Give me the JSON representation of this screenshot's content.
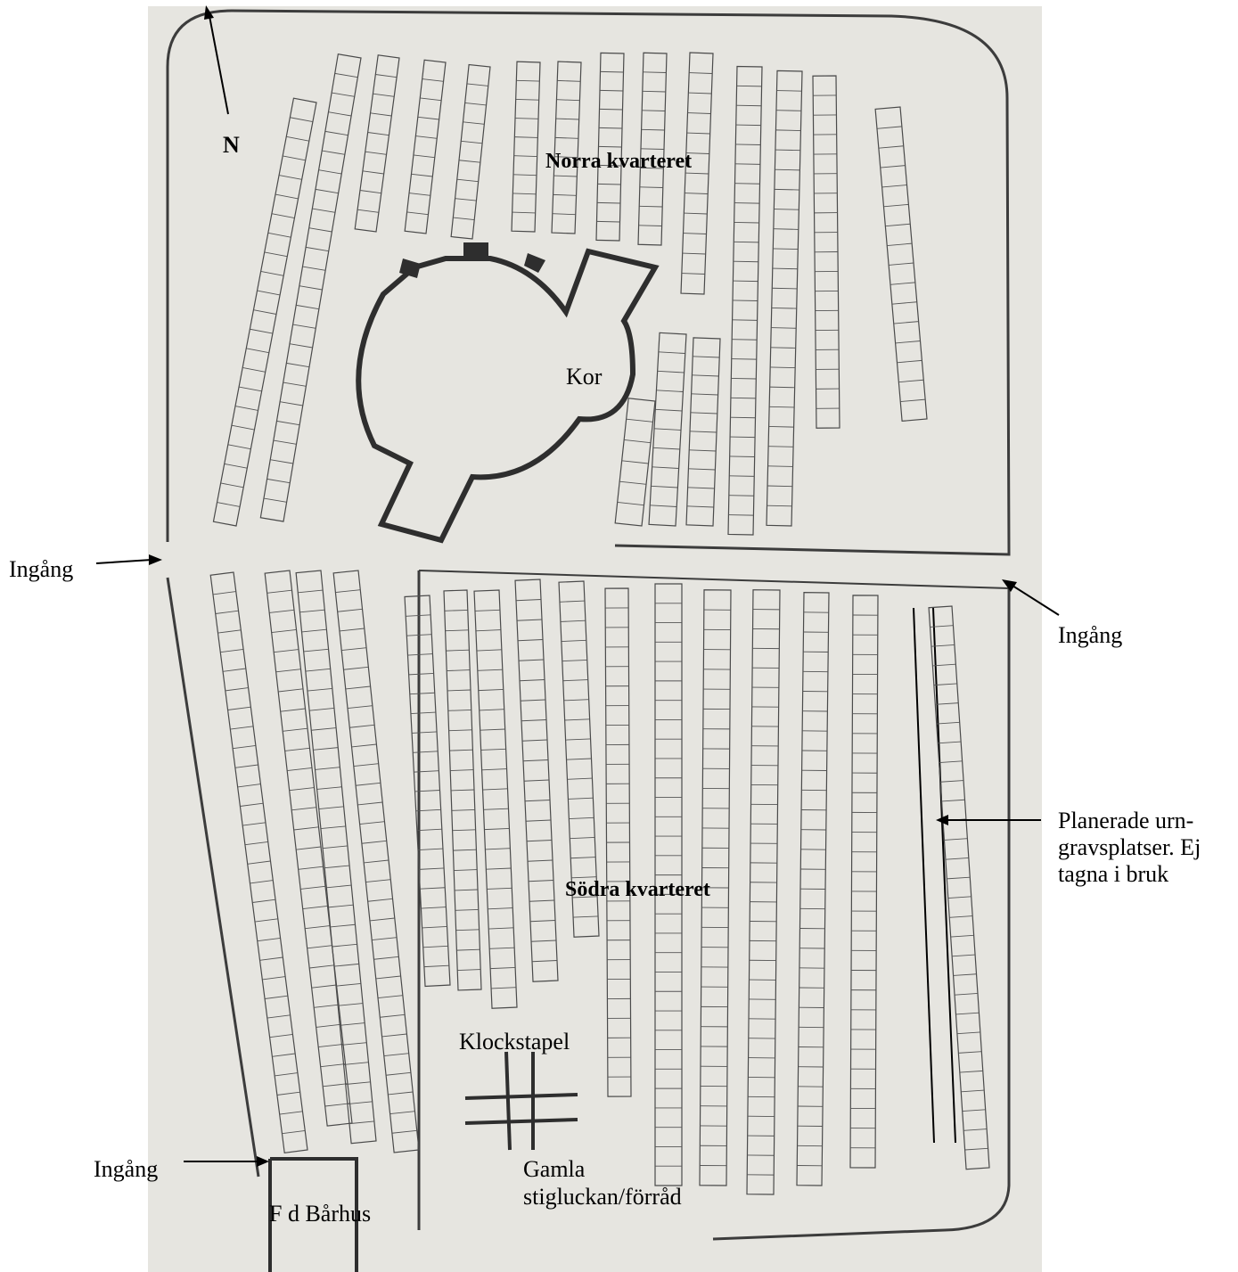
{
  "map": {
    "north_label": "N",
    "north_quarter": "Norra kvarteret",
    "south_quarter": "Södra kvarteret",
    "choir": "Kor",
    "bell_tower": "Klockstapel",
    "old_lychgate_line1": "Gamla",
    "old_lychgate_line2": "stigluckan/förråd",
    "former_mortuary": "F d Bårhus",
    "entrance_west": "Ingång",
    "entrance_east": "Ingång",
    "entrance_southwest": "Ingång",
    "urn_note_line1": "Planerade urn-",
    "urn_note_line2": "gravsplatser. Ej",
    "urn_note_line3": "tagna i bruk",
    "colors": {
      "paper": "#e6e5e0",
      "ink": "#3c3c3c",
      "label": "#000000",
      "background": "#ffffff"
    }
  }
}
